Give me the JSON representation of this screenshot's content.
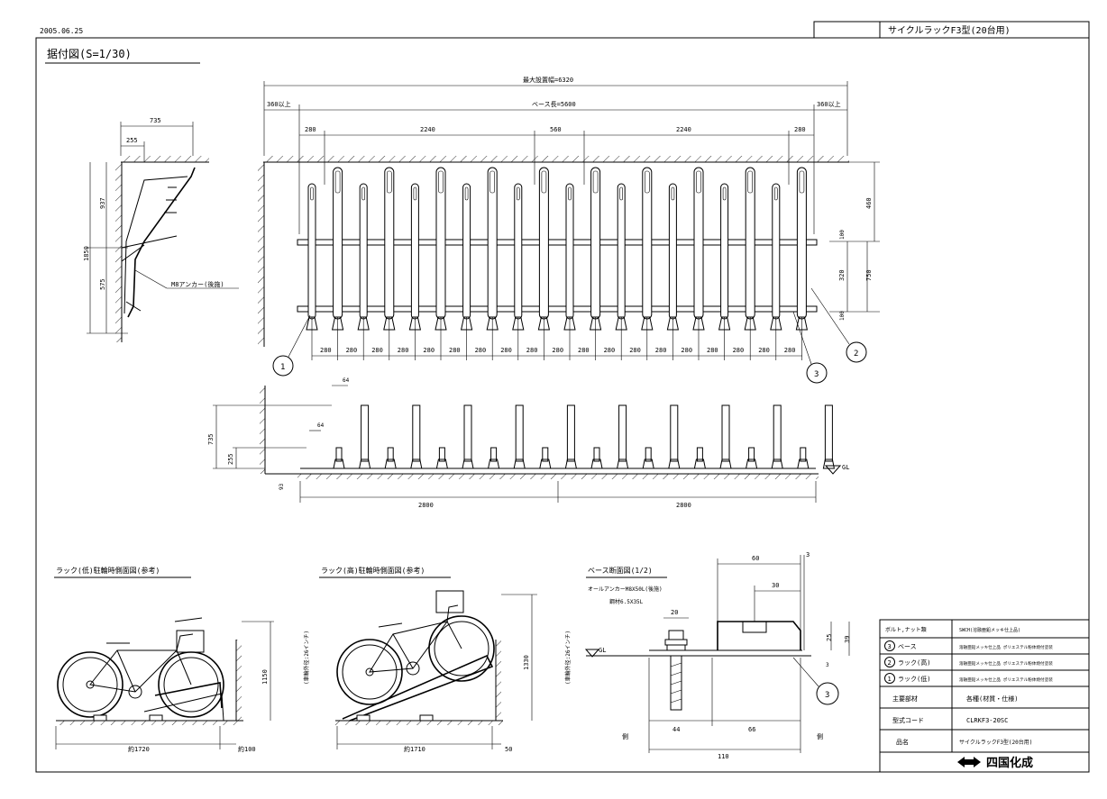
{
  "header": {
    "date": "2005.06.25",
    "title": "サイクルラックF3型(20台用)"
  },
  "front_view": {
    "title": "据付図(S=1/30)",
    "dim_overall": "最大設置幅=6320",
    "dim_left_clear": "360以上",
    "dim_base": "ベース長=5600",
    "dim_right_clear": "360以上",
    "dim_segments": [
      "280",
      "2240",
      "560",
      "2240",
      "280"
    ],
    "pitch_label": "280",
    "pitch_count": 19,
    "dim_height_top": "460",
    "dim_mid": "320",
    "dim_mid2": "750",
    "dim_small": "100",
    "callouts": [
      "1",
      "2",
      "3"
    ]
  },
  "side_view": {
    "dim_top": "735",
    "dim_top_inner": "255",
    "dim_upper": "937",
    "dim_total": "1850",
    "dim_lower": "575",
    "anchor_label": "M8アンカー(後施)"
  },
  "elevation": {
    "dim_tall": "735",
    "dim_short": "255",
    "dim_small": "93",
    "dim_post_w_top": "64",
    "dim_post_w_low": "64",
    "dim_half_left": "2800",
    "dim_half_right": "2800",
    "gl": "GL"
  },
  "parking_low": {
    "title": "ラック(低)駐輪時側面図(参考)",
    "dim_length": "約1720",
    "dim_clear": "約100",
    "dim_height": "1150",
    "note": "(車輪外径:26インチ)"
  },
  "parking_high": {
    "title": "ラック(高)駐輪時側面図(参考)",
    "dim_length": "約1710",
    "dim_clear": "50",
    "dim_height": "1330",
    "note": "(車輪外径:26インチ)"
  },
  "base_detail": {
    "title": "ベース断面図(1/2)",
    "bolt": "オールアンカーM8X50L(後施)",
    "spec": "鋼材6.5X35L",
    "dim_20": "20",
    "dim_60": "60",
    "dim_30": "30",
    "dim_3a": "3",
    "dim_25": "25",
    "dim_39": "39",
    "dim_3b": "3",
    "dim_44": "44",
    "dim_66": "66",
    "dim_110": "110",
    "gl": "GL",
    "callout": "3",
    "side_left": "側",
    "side_right": "側"
  },
  "title_block": {
    "rows": [
      {
        "no": "",
        "label": "ボルト,ナット類",
        "value": "SWCH(溶融亜鉛メッキ仕上品)"
      },
      {
        "no": "3",
        "label": "ベース",
        "value": "溶融亜鉛メッキ仕上品 ポリエステル粉体焼付塗装"
      },
      {
        "no": "2",
        "label": "ラック(高)",
        "value": "溶融亜鉛メッキ仕上品 ポリエステル粉体焼付塗装"
      },
      {
        "no": "1",
        "label": "ラック(低)",
        "value": "溶融亜鉛メッキ仕上品 ポリエステル粉体焼付塗装"
      },
      {
        "no": "",
        "label": "主要部材",
        "value": "各種(材質・仕様)"
      },
      {
        "no": "",
        "label": "型式コード",
        "value": "CLRKF3-20SC"
      },
      {
        "no": "",
        "label": "品名",
        "value": "サイクルラックF3型(20台用)"
      }
    ],
    "company": "四国化成"
  }
}
